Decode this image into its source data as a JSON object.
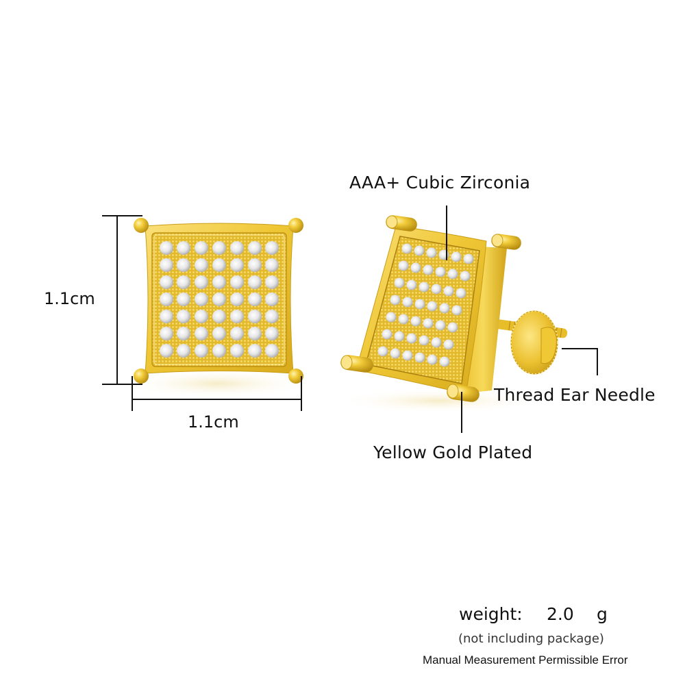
{
  "product": {
    "type": "square stud earrings",
    "finish_color": "#f1cd3c",
    "stone_grid": {
      "rows": 7,
      "cols": 7
    }
  },
  "dimensions": {
    "height_label": "1.1cm",
    "width_label": "1.1cm"
  },
  "callouts": {
    "stones": "AAA+ Cubic Zirconia",
    "back": "Thread Ear Needle",
    "plating": "Yellow Gold Plated"
  },
  "weight": {
    "label": "weight:",
    "value": "2.0",
    "unit": "g",
    "note": "(not including package)",
    "disclaimer": "Manual Measurement Permissible Error"
  }
}
